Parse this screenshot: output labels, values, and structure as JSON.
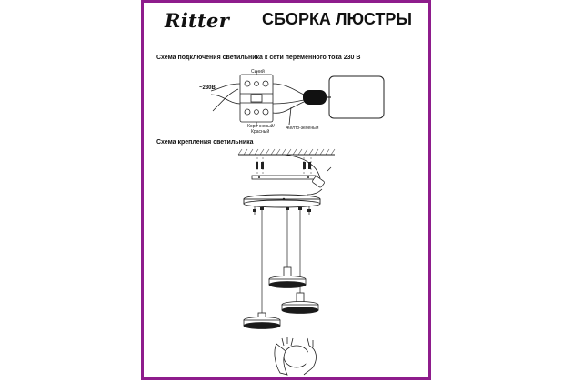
{
  "header": {
    "brand": "Ritter",
    "title": "СБОРКА ЛЮСТРЫ"
  },
  "wiring": {
    "heading": "Схема подключения светильника к сети переменного тока 230 В",
    "voltage_label": "~230В",
    "terminal_top_label": "Синий",
    "terminal_bottom_label_1": "Коричневый/",
    "terminal_bottom_label_2": "Красный",
    "ground_label": "Желто-зеленый"
  },
  "mounting": {
    "heading": "Схема крепления светильника"
  },
  "colors": {
    "frame": "#8e1c8c",
    "line": "#222222"
  }
}
